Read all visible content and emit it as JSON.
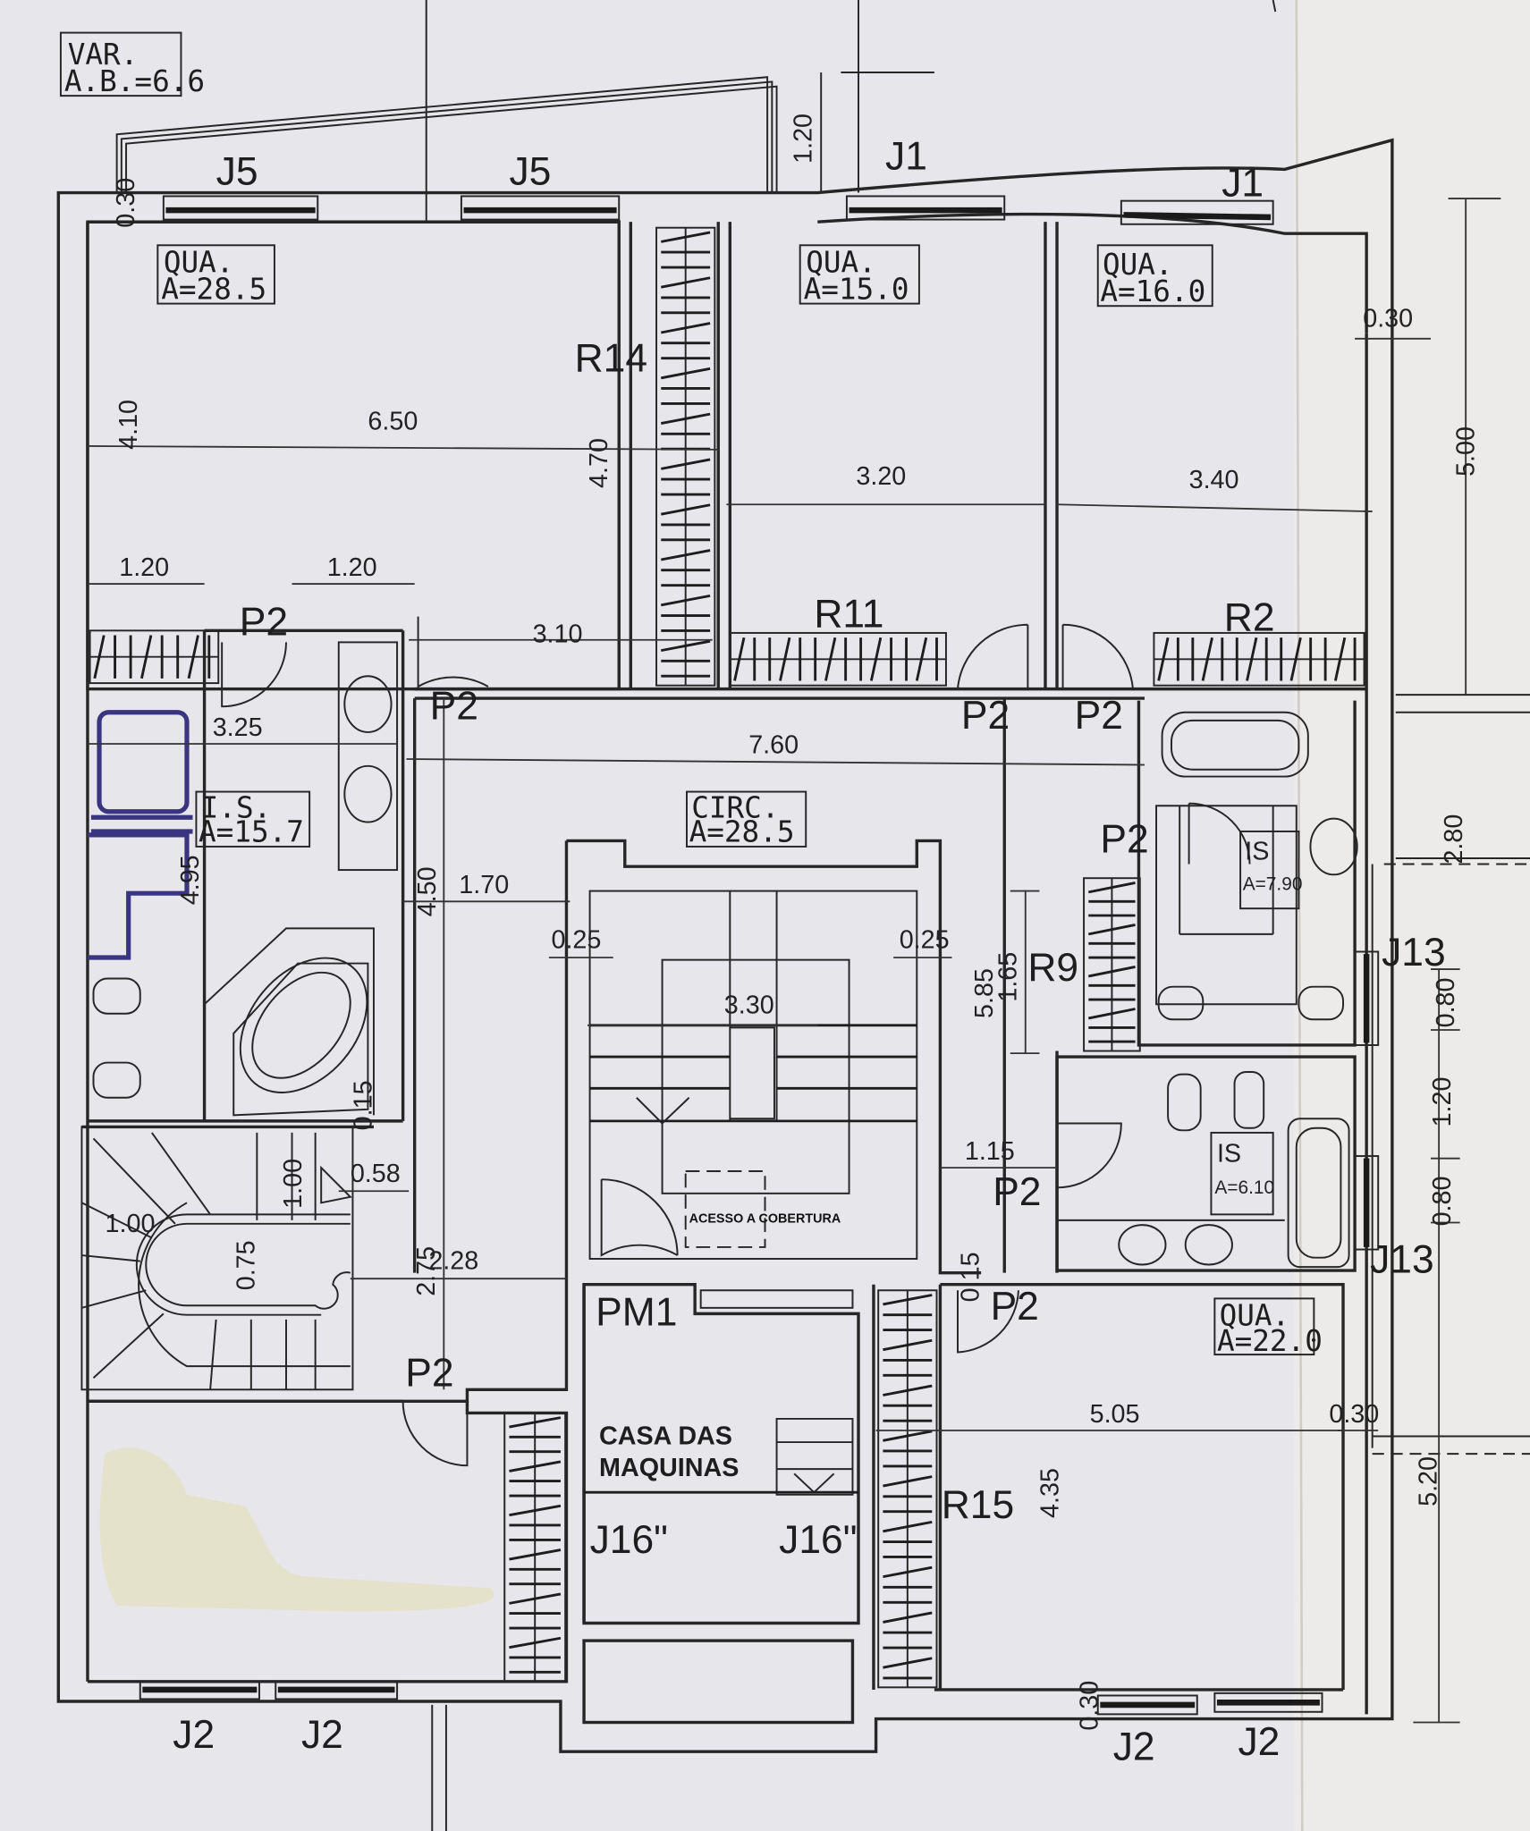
{
  "rooms": [
    {
      "name": "VAR.",
      "area": "A.B.=6.6"
    },
    {
      "name": "QUA.",
      "area": "A=28.5"
    },
    {
      "name": "QUA.",
      "area": "A=15.0"
    },
    {
      "name": "QUA.",
      "area": "A=16.0"
    },
    {
      "name": "I.S.",
      "area": "A=15.7"
    },
    {
      "name": "CIRC.",
      "area": "A=28.5"
    },
    {
      "name": "IS",
      "area": "A=7.90"
    },
    {
      "name": "IS",
      "area": "A=6.10"
    },
    {
      "name": "QUA.",
      "area": "A=22.0"
    }
  ],
  "windows": [
    "J5",
    "J5",
    "J1",
    "J1",
    "J13",
    "J13",
    "J16\"",
    "J16\"",
    "J2",
    "J2",
    "J2",
    "J2"
  ],
  "doors": [
    "P2",
    "P2",
    "P2",
    "P2",
    "P2",
    "P2",
    "P2",
    "P2",
    "PM1"
  ],
  "wardrobes": [
    "R14",
    "R11",
    "R2",
    "R9",
    "R15"
  ],
  "notes": [
    "CASA DAS",
    "MAQUINAS",
    "ACESSO A COBERTURA"
  ],
  "dimensions": [
    "0.30",
    "1.20",
    "4.10",
    "6.50",
    "4.70",
    "3.20",
    "3.40",
    "0.30",
    "5.00",
    "1.20",
    "1.20",
    "3.10",
    "3.25",
    "7.60",
    "4.95",
    "1.70",
    "4.50",
    "0.25",
    "0.25",
    "3.30",
    "5.85",
    "1.65",
    "2.80",
    "0.80",
    "1.20",
    "0.80",
    "0.15",
    "1.00",
    "0.58",
    "1.00",
    "0.75",
    "2.75",
    "2.28",
    "1.15",
    "0.15",
    "5.05",
    "0.30",
    "4.35",
    "5.20",
    "0.30"
  ],
  "colors": {
    "paper": "#e7e6eb",
    "ink": "#262626",
    "marker": "#3a3580",
    "stain": "#e3e0c4"
  }
}
